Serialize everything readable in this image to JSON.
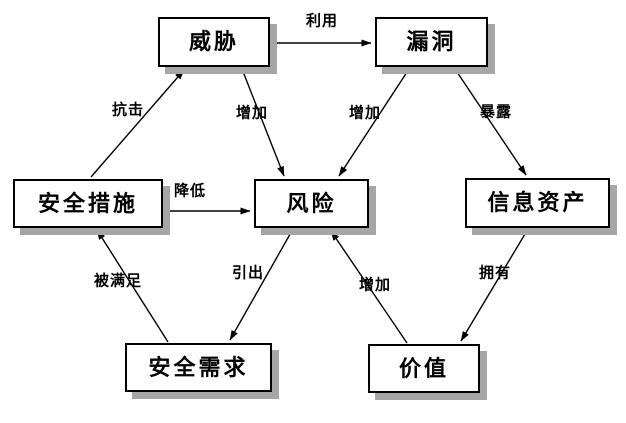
{
  "diagram": {
    "background": "#ffffff",
    "colors": {
      "node_fill": "#ffffff",
      "node_border": "#000000",
      "node_shadow": "#a6a6a6",
      "edge_line": "#000000",
      "text": "#000000"
    },
    "nodes": [
      {
        "id": "threat",
        "label": "威胁"
      },
      {
        "id": "vulnerability",
        "label": "漏洞"
      },
      {
        "id": "security-measures",
        "label": "安全措施"
      },
      {
        "id": "risk",
        "label": "风险"
      },
      {
        "id": "information-assets",
        "label": "信息资产"
      },
      {
        "id": "security-requirements",
        "label": "安全需求"
      },
      {
        "id": "value",
        "label": "价值"
      }
    ],
    "edges": [
      {
        "label": "利用",
        "from": "威胁",
        "to": "漏洞"
      },
      {
        "label": "抗击",
        "from": "安全措施",
        "to": "威胁"
      },
      {
        "label": "增加",
        "from": "威胁",
        "to": "风险"
      },
      {
        "label": "增加",
        "from": "漏洞",
        "to": "风险"
      },
      {
        "label": "暴露",
        "from": "漏洞",
        "to": "信息资产"
      },
      {
        "label": "降低",
        "from": "安全措施",
        "to": "风险"
      },
      {
        "label": "被满足",
        "from": "安全需求",
        "to": "安全措施"
      },
      {
        "label": "引出",
        "from": "风险",
        "to": "安全需求"
      },
      {
        "label": "增加",
        "from": "价值",
        "to": "风险"
      },
      {
        "label": "拥有",
        "from": "信息资产",
        "to": "价值"
      }
    ]
  }
}
